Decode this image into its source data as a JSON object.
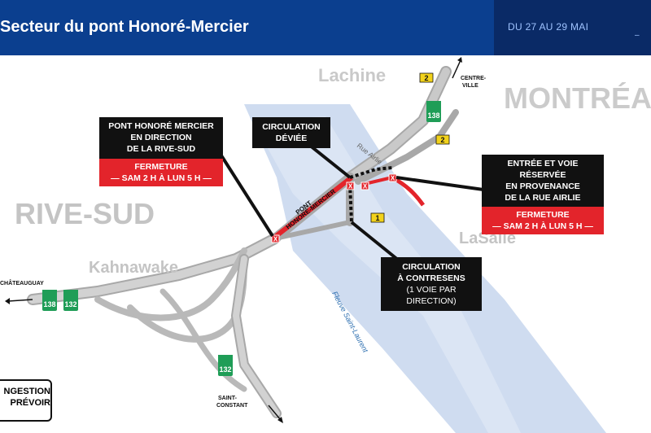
{
  "header": {
    "title": "Secteur du pont Honoré-Mercier",
    "date": "DU 27 AU 29 MAI",
    "dash": "–"
  },
  "places": {
    "lachine": "Lachine",
    "montreal": "MONTRÉAL",
    "rive_sud": "RIVE-SUD",
    "kahnawake": "Kahnawake",
    "lasalle": "LaSalle",
    "fleuve": "Fleuve Saint-Laurent",
    "rue_airlie": "Rue Airlie",
    "centre_ville_1": "CENTRE-",
    "centre_ville_2": "VILLE",
    "chateauguay": "CHÂTEAUGUAY",
    "saint_constant_1": "SAINT-",
    "saint_constant_2": "CONSTANT",
    "pont_1": "PONT",
    "pont_2": "HONORÉ-MERCIER"
  },
  "callouts": {
    "pont_direction": {
      "lines": [
        "PONT HONORÉ MERCIER",
        "EN DIRECTION",
        "DE LA RIVE-SUD"
      ],
      "red_lines": [
        "FERMETURE",
        "— SAM 2 H À LUN 5 H —"
      ]
    },
    "circulation_deviee": {
      "lines": [
        "CIRCULATION",
        "DÉVIÉE"
      ]
    },
    "entree_voie": {
      "lines": [
        "ENTRÉE ET VOIE RÉSERVÉE",
        "EN PROVENANCE",
        "DE LA RUE AIRLIE"
      ],
      "red_lines": [
        "FERMETURE",
        "— SAM 2 H À LUN 5 H —"
      ]
    },
    "contresens": {
      "lines": [
        "CIRCULATION",
        "À CONTRESENS",
        "(1 VOIE PAR DIRECTION)"
      ]
    }
  },
  "shields": {
    "r138_top": "138",
    "r138_left": "138",
    "r132_left": "132",
    "r132_bottom": "132",
    "exit_2_top": "2",
    "exit_2_mid": "2",
    "exit_1": "1"
  },
  "legend": {
    "line1": "NGESTION",
    "line2": "PRÉVOIR"
  },
  "colors": {
    "header": "#0b3f8f",
    "header_dark": "#0a2a66",
    "road": "#b9b9b9",
    "river": "#cfdcf0",
    "closure": "#e3242b",
    "shield_green": "#1f9d57",
    "exit_yellow": "#f2d21b"
  }
}
